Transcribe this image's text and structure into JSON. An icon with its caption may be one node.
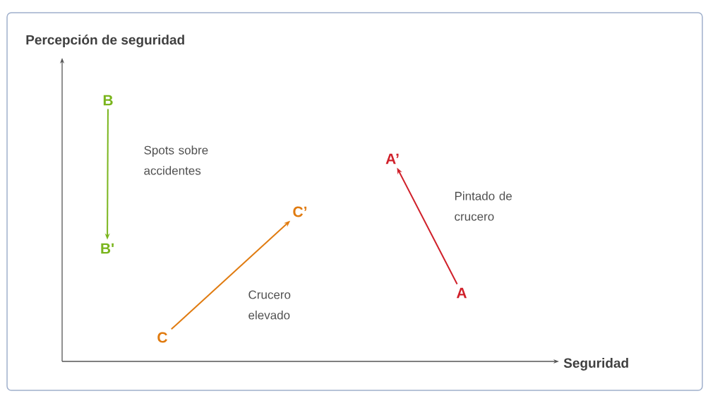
{
  "diagram": {
    "nodes": [
      {
        "text": [
          "B"
        ]
      },
      {
        "text": [
          "A’"
        ]
      },
      {
        "text": [
          "C’"
        ]
      },
      {
        "text": [
          "B'"
        ]
      },
      {
        "text": [
          "A"
        ]
      },
      {
        "text": [
          "C"
        ]
      }
    ],
    "edges": [
      {
        "from": 0,
        "to": 3,
        "arrow": "to",
        "label": "Spots sobre accidentes",
        "color": "#7ab51d"
      },
      {
        "from": 5,
        "to": 2,
        "arrow": "to",
        "label": "Crucero elevado",
        "color": "#e07b10"
      },
      {
        "from": 4,
        "to": 1,
        "arrow": "to",
        "label": "Pintado de crucero",
        "color": "#d0202a"
      }
    ],
    "labels": [
      "Percepción de seguridad",
      "Seguridad"
    ]
  }
}
